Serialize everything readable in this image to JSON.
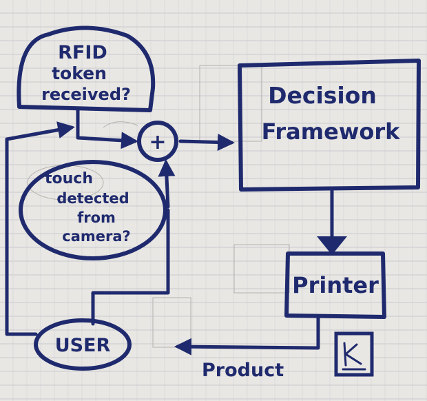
{
  "diagram": {
    "nodes": {
      "rfid": {
        "lines": [
          "RFID",
          "token",
          "received?"
        ]
      },
      "touch": {
        "lines": [
          "touch",
          "detected",
          "from",
          "camera?"
        ]
      },
      "sum": {
        "symbol": "+"
      },
      "decision": {
        "lines": [
          "Decision",
          "Framework"
        ]
      },
      "printer": {
        "label": "Printer"
      },
      "user": {
        "label": "USER"
      }
    },
    "edges": {
      "printer_to_user": {
        "label": "Product"
      }
    },
    "colors": {
      "ink": "#1f2a6e",
      "paper": "#e9e7e3",
      "rule_line": "#c9c9cf",
      "pencil": "#b4b2ae"
    }
  }
}
